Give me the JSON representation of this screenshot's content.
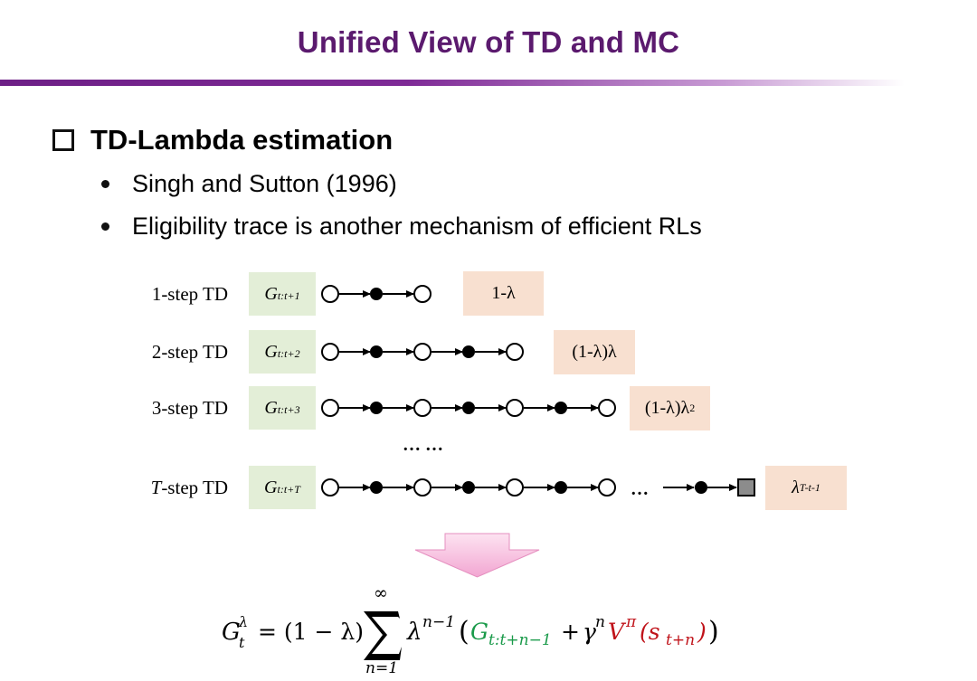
{
  "slide": {
    "title": "Unified View of TD and MC",
    "heading": "TD-Lambda estimation",
    "bullets": [
      "Singh and Sutton (1996)",
      "Eligibility trace is another mechanism of efficient RLs"
    ]
  },
  "diagram": {
    "rows": [
      {
        "label": "1-step TD",
        "g_main": "G",
        "g_sub": "t:t+1",
        "weight": "1-λ"
      },
      {
        "label": "2-step TD",
        "g_main": "G",
        "g_sub": "t:t+2",
        "weight": "(1-λ)λ"
      },
      {
        "label": "3-step TD",
        "g_main": "G",
        "g_sub": "t:t+3",
        "weight": "(1-λ)λ",
        "weight_sup": "2"
      },
      {
        "label_italic": "T",
        "label": "-step TD",
        "g_main": "G",
        "g_sub": "t:t+T",
        "weight": "λ",
        "weight_sup": "T-t-1"
      }
    ],
    "middle_ellipsis": "… …",
    "chain_ellipsis": "…"
  },
  "colors": {
    "title": "#5b1a6e",
    "title_bar": "#6d1f86",
    "g_box": "#e3eed7",
    "weight_box": "#f8e0d0",
    "down_arrow": "#f4b4dc",
    "formula_green": "#1a9a4a",
    "formula_red": "#c0131a"
  },
  "formula": {
    "lhs_G": "G",
    "lhs_sup": "λ",
    "lhs_sub": "t",
    "equals_factor": "= (1 − λ)",
    "sum_top": "∞",
    "sum_bottom": "n=1",
    "lambda_term": "λ",
    "lambda_exp": "n−1",
    "g_green": "G",
    "g_green_sub": "t:t+n−1",
    "plus": "+",
    "gamma": "γ",
    "gamma_exp": "n",
    "v_red": "V",
    "v_sup": "π",
    "s_red": "(s",
    "s_sub": "t+n",
    "close_red": ")"
  }
}
